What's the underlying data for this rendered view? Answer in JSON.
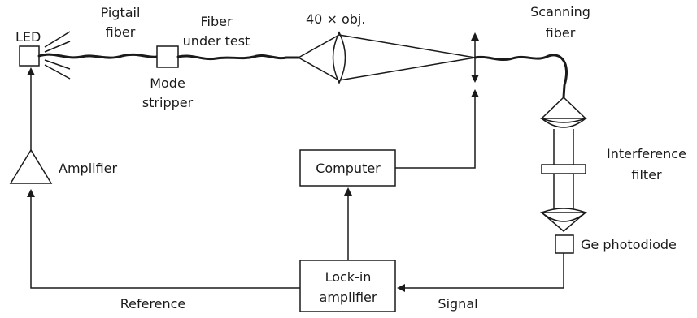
{
  "labels": {
    "led": "LED",
    "pigtail": [
      "Pigtail",
      "fiber"
    ],
    "fiber_under_test": [
      "Fiber",
      "under test"
    ],
    "objective": "40 × obj.",
    "scanning": [
      "Scanning",
      "fiber"
    ],
    "mode_stripper": [
      "Mode",
      "stripper"
    ],
    "amplifier": "Amplifier",
    "computer": "Computer",
    "interference": [
      "Interference",
      "filter"
    ],
    "photodiode": "Ge photodiode",
    "lockin": [
      "Lock-in",
      "amplifier"
    ],
    "reference": "Reference",
    "signal": "Signal"
  }
}
